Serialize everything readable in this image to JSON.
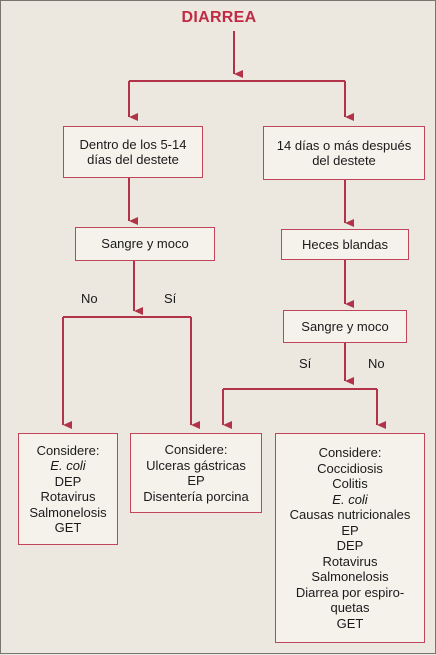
{
  "title": "DIARREA",
  "branch_left": {
    "lines": [
      "Dentro de los 5-14",
      "días del destete"
    ]
  },
  "branch_right": {
    "lines": [
      "14 días o más después",
      "del destete"
    ]
  },
  "left_sign": "Sangre y moco",
  "left_no": "No",
  "left_si": "Sí",
  "right_sign1": "Heces blandas",
  "right_sign2": "Sangre y moco",
  "right_si": "Sí",
  "right_no": "No",
  "result_a": {
    "heading": "Considere:",
    "items": [
      "E. coli",
      "DEP",
      "Rotavirus",
      "Salmonelosis",
      "GET"
    ]
  },
  "result_b": {
    "heading": "Considere:",
    "items": [
      "Ulceras gástricas",
      "EP",
      "Disentería porcina"
    ]
  },
  "result_c": {
    "heading": "Considere:",
    "items": [
      "Coccidiosis",
      "Colitis",
      "E. coli",
      "Causas nutricionales",
      "EP",
      "DEP",
      "Rotavirus",
      "Salmonelosis",
      "Diarrea por espiro-",
      "quetas",
      "GET"
    ]
  },
  "colors": {
    "line": "#b2324a",
    "border": "#c0455a",
    "title": "#c02a44"
  }
}
